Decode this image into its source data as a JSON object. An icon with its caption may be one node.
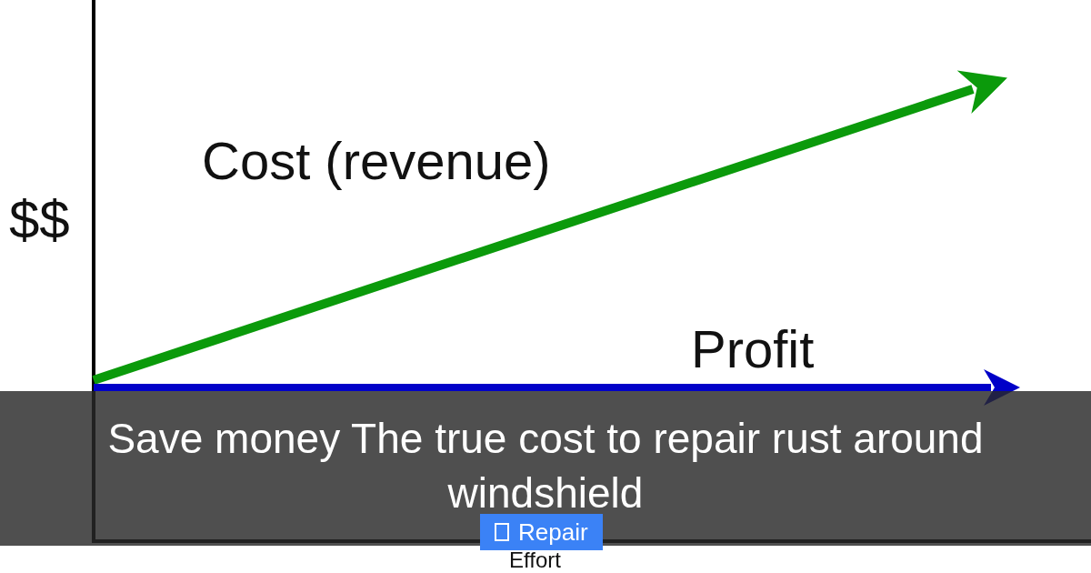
{
  "diagram": {
    "title": "Save money The true cost to repair rust around windshield",
    "labels": [
      "$$",
      "Cost (revenue)",
      "Profit",
      "Effort",
      "Repair"
    ]
  }
}
